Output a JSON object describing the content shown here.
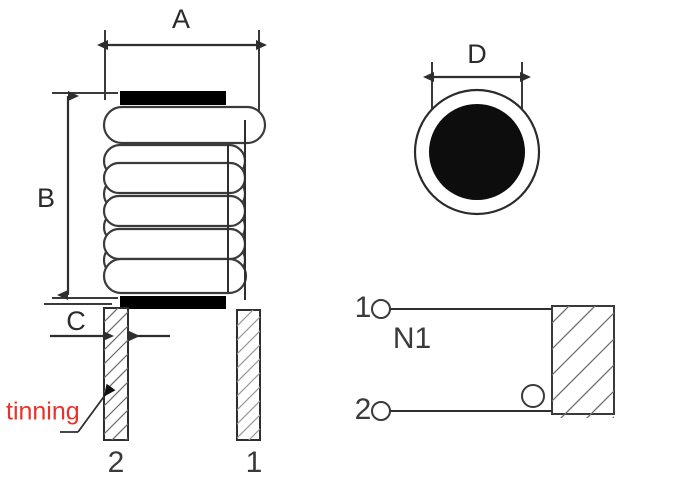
{
  "drawing": {
    "title": "Inductor outline and schematic drawing",
    "background_color": "#ffffff",
    "line_color": "#2e2e2e",
    "accent_color": "#e8322a"
  },
  "side_view": {
    "name": "side-view",
    "dimensions": {
      "width_label": "A",
      "height_label": "B",
      "pin_width_label": "C"
    },
    "pins": [
      {
        "id": "pin-2",
        "label": "2"
      },
      {
        "id": "pin-1",
        "label": "1"
      }
    ],
    "annotation": {
      "text": "tinning",
      "color": "#e8322a"
    },
    "coil_turns": 9
  },
  "end_view": {
    "name": "end-view",
    "dimensions": {
      "diameter_label": "D"
    }
  },
  "schematic": {
    "name": "winding-schematic",
    "winding_label": "N1",
    "terminals": [
      {
        "id": "terminal-1",
        "label": "1"
      },
      {
        "id": "terminal-2",
        "label": "2"
      }
    ]
  }
}
